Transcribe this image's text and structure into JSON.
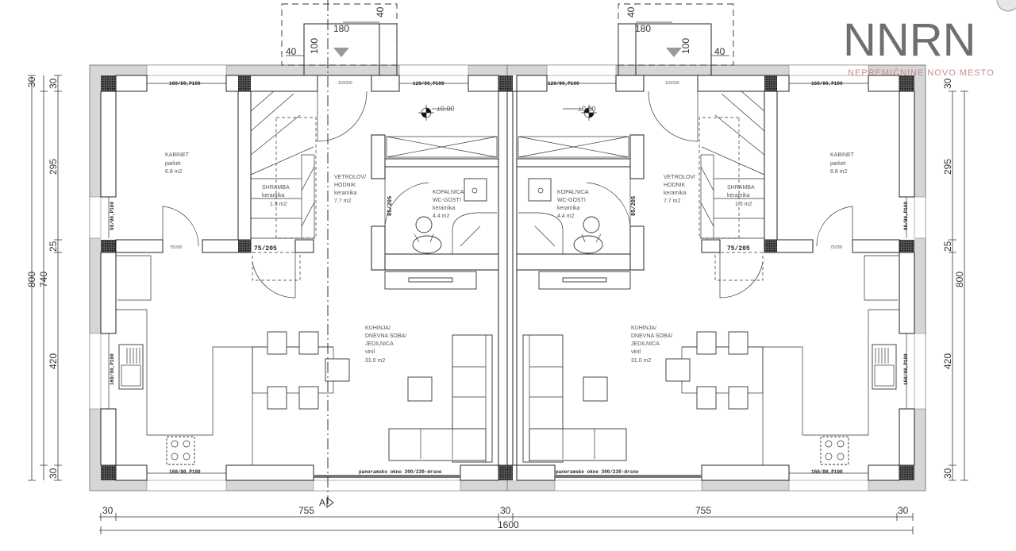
{
  "logo": {
    "text": "NNRN",
    "subtitle": "NEPREMIČNINE NOVO MESTO"
  },
  "level_mark": "±0.00",
  "section_mark": "A",
  "units": [
    {
      "rooms": {
        "kabinet": {
          "name": "KABINET",
          "floor": "parket",
          "area": "6.8 m2"
        },
        "shramba": {
          "name": "SHRAMBA",
          "floor": "keramika",
          "area": "1.5 m2"
        },
        "hodnik": {
          "name1": "VETROLOV/",
          "name2": "HODNIK",
          "floor": "keramika",
          "area": "7.7 m2"
        },
        "kopalnica": {
          "name1": "KOPALNICA",
          "name2": "WC-GOSTI",
          "floor": "keramika",
          "area": "4.4 m2"
        },
        "dnevna": {
          "name1": "KUHINJA/",
          "name2": "DNEVNA SOBA/",
          "name3": "JEDILNICA",
          "floor": "vinil",
          "area": "31.0 m2"
        }
      },
      "openings": {
        "top_window_1": "160/90,P100",
        "top_window_2": "120/90,P100",
        "entry_door": "110/230",
        "side_window_1": "98/90,P100",
        "side_window_2": "160/90,P100",
        "bath_door": "85/205",
        "store_door": "75/205",
        "kabinet_door": "75/200",
        "bottom_window": "160/90,P100",
        "panoramic": "panoramsko okno 300/230-drsno"
      },
      "porch_dims": {
        "width": "180",
        "depth": "100",
        "side": "40",
        "top": "40"
      }
    },
    {
      "rooms": {
        "kabinet": {
          "name": "KABINET",
          "floor": "parket",
          "area": "6.8 m2"
        },
        "shramba": {
          "name": "SHRAMBA",
          "floor": "keramika",
          "area": "1.5 m2"
        },
        "hodnik": {
          "name1": "VETROLOV/",
          "name2": "HODNIK",
          "floor": "keramika",
          "area": "7.7 m2"
        },
        "kopalnica": {
          "name1": "KOPALNICA",
          "name2": "WC-GOSTI",
          "floor": "keramika",
          "area": "4.4 m2"
        },
        "dnevna": {
          "name1": "KUHINJA/",
          "name2": "DNEVNA SOBA/",
          "name3": "JEDILNICA",
          "floor": "vinil",
          "area": "31.0 m2"
        }
      },
      "openings": {
        "top_window_1": "160/90,P100",
        "top_window_2": "120/90,P100",
        "entry_door": "110/230",
        "side_window_1": "98/90,P100",
        "side_window_2": "160/90,P100",
        "bath_door": "85/205",
        "store_door": "75/205",
        "kabinet_door": "75/200",
        "bottom_window": "160/90,P100",
        "panoramic": "panoramsko okno 300/230-drsno"
      },
      "porch_dims": {
        "width": "180",
        "depth": "100",
        "side": "40",
        "top": "40"
      }
    }
  ],
  "dimensions": {
    "vertical_total": "800",
    "vertical_inner": "740",
    "vertical_segments": [
      "30",
      "295",
      "25",
      "420",
      "30"
    ],
    "left_top_extra": "30",
    "horizontal_segments": [
      "30",
      "755",
      "30",
      "755",
      "30"
    ],
    "horizontal_total": "1600"
  }
}
